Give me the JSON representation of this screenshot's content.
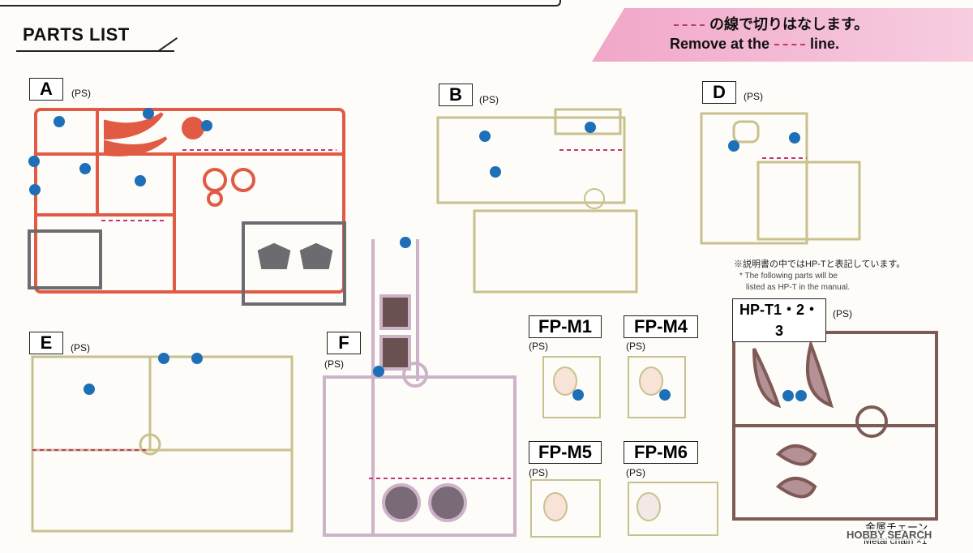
{
  "header": {
    "title": "PARTS LIST",
    "banner_jp": "の線で切りはなします。",
    "banner_en_before": "Remove at the",
    "banner_en_after": "line."
  },
  "colors": {
    "banner_pink": "#f1a7c8",
    "dash_magenta": "#c2357a",
    "runner_red": "#e05a44",
    "runner_gray": "#6b6b70",
    "runner_cream": "#d9d3a2",
    "runner_lilac": "#cdb3c8",
    "runner_brown": "#7e5a55",
    "badge_blue": "#1d6fb8"
  },
  "sections": {
    "A": {
      "label": "A",
      "ps": "(PS)"
    },
    "B": {
      "label": "B",
      "ps": "(PS)"
    },
    "D": {
      "label": "D",
      "ps": "(PS)"
    },
    "E": {
      "label": "E",
      "ps": "(PS)"
    },
    "F": {
      "label": "F",
      "ps": "(PS)"
    },
    "FPM1": {
      "label": "FP-M1",
      "ps": "(PS)"
    },
    "FPM4": {
      "label": "FP-M4",
      "ps": "(PS)"
    },
    "FPM5": {
      "label": "FP-M5",
      "ps": "(PS)"
    },
    "FPM6": {
      "label": "FP-M6",
      "ps": "(PS)"
    },
    "HPT": {
      "label": "HP-T1・2・3",
      "ps": "(PS)"
    }
  },
  "notes": {
    "jp": "※説明書の中ではHP-Tと表記しています。",
    "en_1": "* The following parts will be",
    "en_2": "listed as HP-T in the manual."
  },
  "footer": {
    "jp": "金属チェーン",
    "en": "Metal chain ×1"
  },
  "watermark": "HOBBY SEARCH"
}
